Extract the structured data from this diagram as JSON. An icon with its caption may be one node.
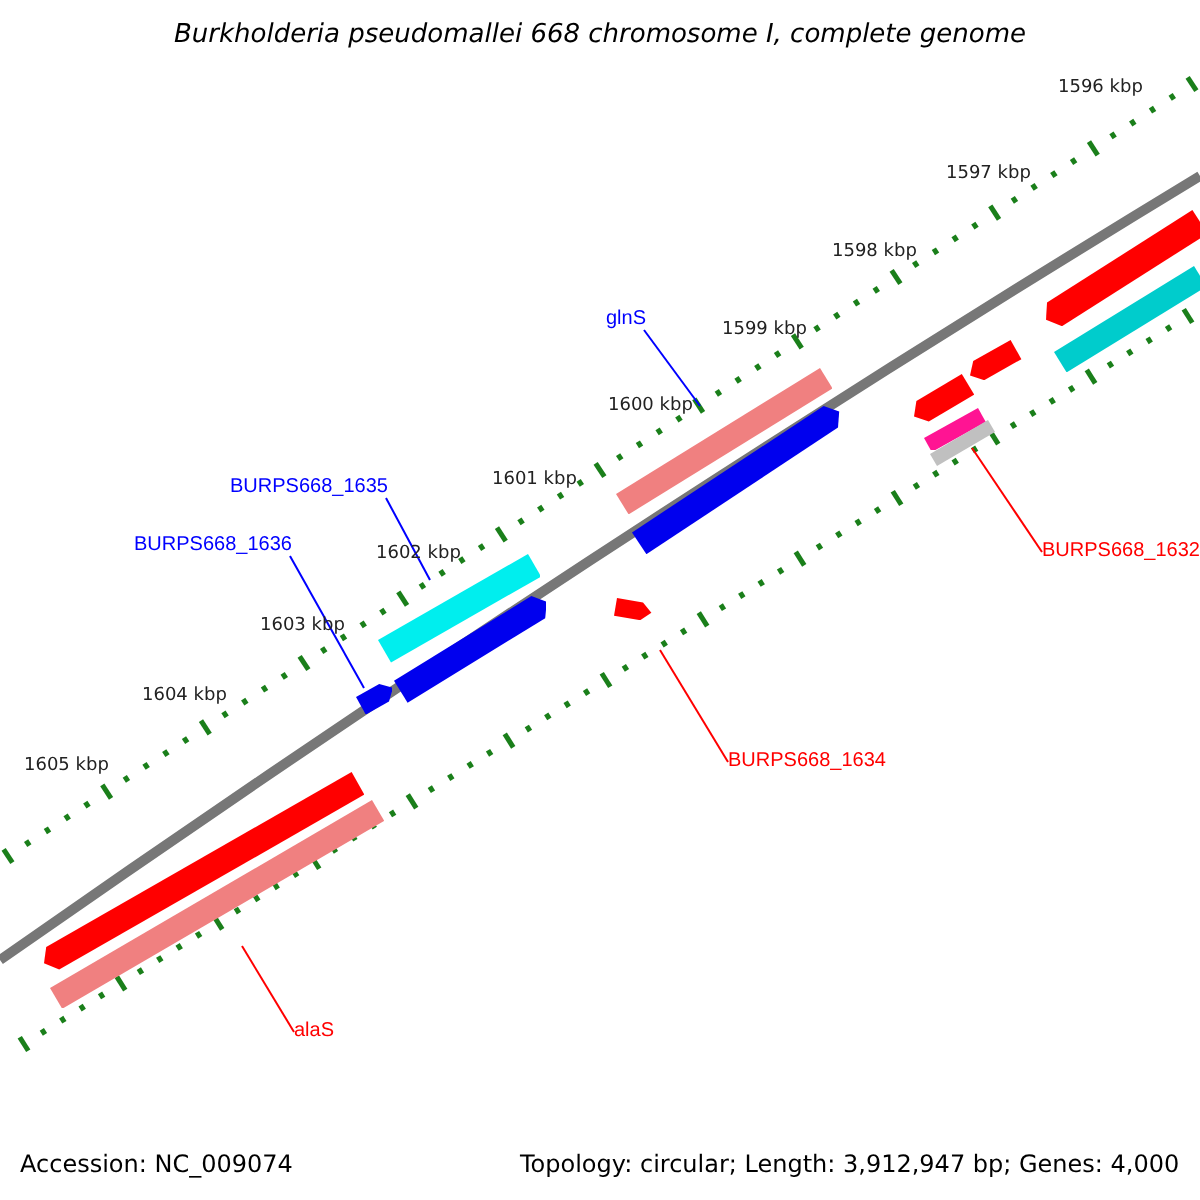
{
  "diagram": {
    "title": "Burkholderia pseudomallei 668 chromosome I, complete genome",
    "nodes": [
      {
        "text": [
          "glnS"
        ]
      },
      {
        "text": [],
        "shape": "bar"
      },
      {
        "text": [
          "BURPS668_1635"
        ]
      },
      {
        "text": [],
        "shape": "bar"
      },
      {
        "text": [
          "BURPS668_1636"
        ]
      },
      {
        "text": [],
        "shape": "bar"
      },
      {
        "text": [
          "BURPS668_1634"
        ]
      },
      {
        "text": [],
        "shape": "bar"
      },
      {
        "text": [
          "BURPS668_1632"
        ]
      },
      {
        "text": [],
        "shape": "bar"
      },
      {
        "text": [
          "alaS"
        ]
      },
      {
        "text": [],
        "shape": "bar"
      },
      {
        "text": [],
        "shape": "bar"
      },
      {
        "text": [],
        "shape": "bar"
      },
      {
        "text": [],
        "shape": "bar"
      },
      {
        "text": [],
        "shape": "bar"
      },
      {
        "text": [],
        "shape": "bar"
      },
      {
        "text": [],
        "shape": "bar"
      },
      {
        "text": [],
        "shape": "bar"
      },
      {
        "text": [],
        "shape": "bar"
      }
    ],
    "edges": [
      {
        "from": 0,
        "to": 1,
        "arrow": "none",
        "color": "#0000ff"
      },
      {
        "from": 2,
        "to": 3,
        "arrow": "none",
        "color": "#0000ff"
      },
      {
        "from": 4,
        "to": 5,
        "arrow": "none",
        "color": "#0000ff"
      },
      {
        "from": 6,
        "to": 7,
        "arrow": "none",
        "color": "#ff0000"
      },
      {
        "from": 8,
        "to": 9,
        "arrow": "none",
        "color": "#ff0000"
      },
      {
        "from": 10,
        "to": 11,
        "arrow": "none",
        "color": "#ff0000"
      }
    ],
    "labels": [
      "1596 kbp",
      "1597 kbp",
      "1598 kbp",
      "1599 kbp",
      "1600 kbp",
      "1601 kbp",
      "1602 kbp",
      "1603 kbp",
      "1604 kbp",
      "1605 kbp",
      "Accession: NC_009074",
      "Topology: circular; Length: 3,912,947 bp; Genes: 4,000"
    ]
  }
}
